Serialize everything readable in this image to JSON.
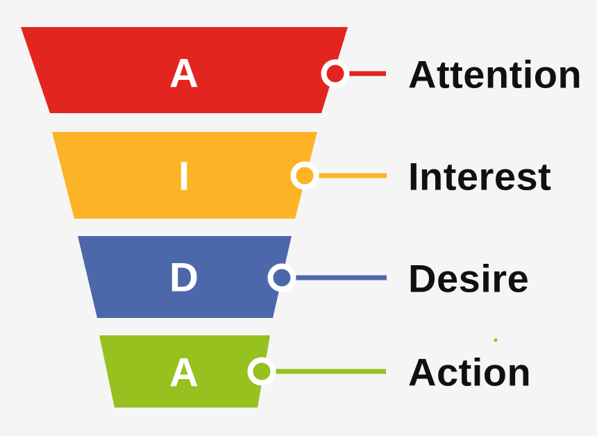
{
  "background_color": "#f5f5f6",
  "text_color": "#101010",
  "funnel": {
    "letter_color": "#ffffff",
    "stages": [
      {
        "letter": "A",
        "label": "Attention",
        "color": "#e2261f"
      },
      {
        "letter": "I",
        "label": "Interest",
        "color": "#fcb426"
      },
      {
        "letter": "D",
        "label": "Desire",
        "color": "#4d68aa"
      },
      {
        "letter": "A",
        "label": "Action",
        "color": "#97c11e"
      }
    ]
  }
}
